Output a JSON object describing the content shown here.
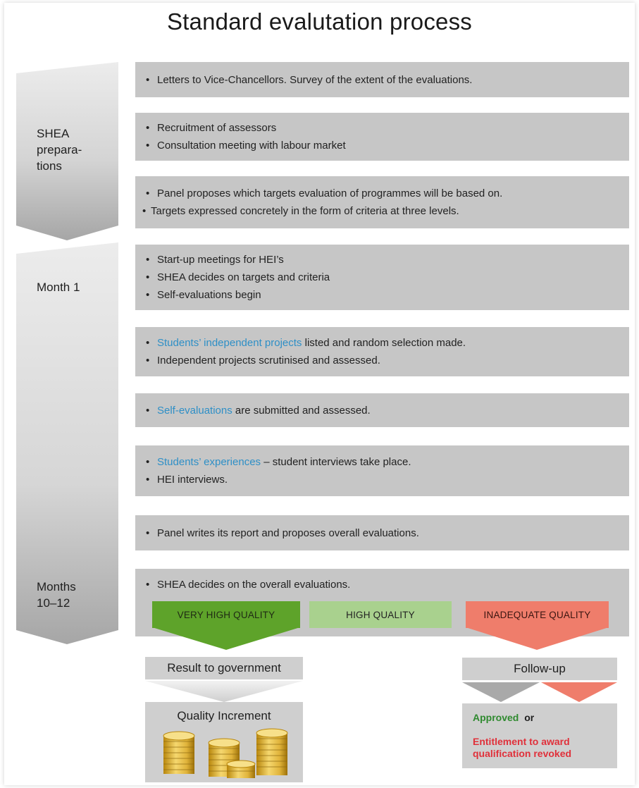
{
  "title": "Standard evalutation process",
  "stages": [
    {
      "label": "SHEA prepara- tions",
      "lines": [
        "SHEA",
        "prepara-",
        "tions"
      ]
    },
    {
      "label": "Month 1",
      "lines": [
        "Month 1"
      ]
    },
    {
      "label": "Months 10–12",
      "lines": [
        "Months",
        "10–12"
      ]
    }
  ],
  "steps": [
    {
      "bullets": [
        {
          "dot": "•",
          "text": "Letters to Vice-Chancellors. Survey of the extent of the evaluations."
        }
      ]
    },
    {
      "bullets": [
        {
          "dot": "•",
          "text": "Recruitment of assessors"
        },
        {
          "dot": "•",
          "text": "Consultation meeting with labour market"
        }
      ]
    },
    {
      "bullets": [
        {
          "dot": "•",
          "text": "Panel proposes which targets evaluation of programmes will be based on."
        },
        {
          "dot": "•",
          "text": "Targets expressed concretely in the form of criteria at three levels."
        }
      ]
    },
    {
      "bullets": [
        {
          "dot": "•",
          "text": "Start-up meetings for HEI’s"
        },
        {
          "dot": "•",
          "text": "SHEA decides on targets and criteria"
        },
        {
          "dot": "•",
          "text": "Self-evaluations begin"
        }
      ]
    },
    {
      "bullets": [
        {
          "dot": "•",
          "highlight": "Students’ independent projects",
          "text": " listed and random selection made."
        },
        {
          "dot": "•",
          "text": "Independent projects scrutinised and assessed."
        }
      ]
    },
    {
      "bullets": [
        {
          "dot": "•",
          "highlight": "Self-evaluations",
          "text": " are submitted and assessed."
        }
      ]
    },
    {
      "bullets": [
        {
          "dot": "•",
          "highlight": "Students’ experiences",
          "text": " – student interviews take place."
        },
        {
          "dot": "•",
          "text": "HEI interviews."
        }
      ]
    },
    {
      "bullets": [
        {
          "dot": "•",
          "text": "Panel writes its report and proposes overall evaluations."
        }
      ]
    },
    {
      "bullets": [
        {
          "dot": "•",
          "text": "SHEA decides on the overall evaluations."
        }
      ]
    }
  ],
  "quality_levels": [
    {
      "label": "VERY HIGH QUALITY",
      "color": "#5ea32a"
    },
    {
      "label": "HIGH QUALITY",
      "color": "#a9d18e"
    },
    {
      "label": "INADEQUATE QUALITY",
      "color": "#ef7d6b"
    }
  ],
  "outcomes": {
    "left": {
      "header": "Result to government",
      "result": "Quality Increment",
      "icon": "coin-stacks-icon"
    },
    "right": {
      "header": "Follow-up",
      "approved": "Approved",
      "or": "or",
      "revoked_line1": "Entitlement to award",
      "revoked_line2": "qualification revoked"
    }
  },
  "colors": {
    "box": "#c6c6c6",
    "highlight": "#2e8fc6",
    "approved": "#2f8a2f",
    "revoked": "#e0303a",
    "arrow_light": "#e6e6e6",
    "arrow_dark": "#a9a9a9"
  }
}
